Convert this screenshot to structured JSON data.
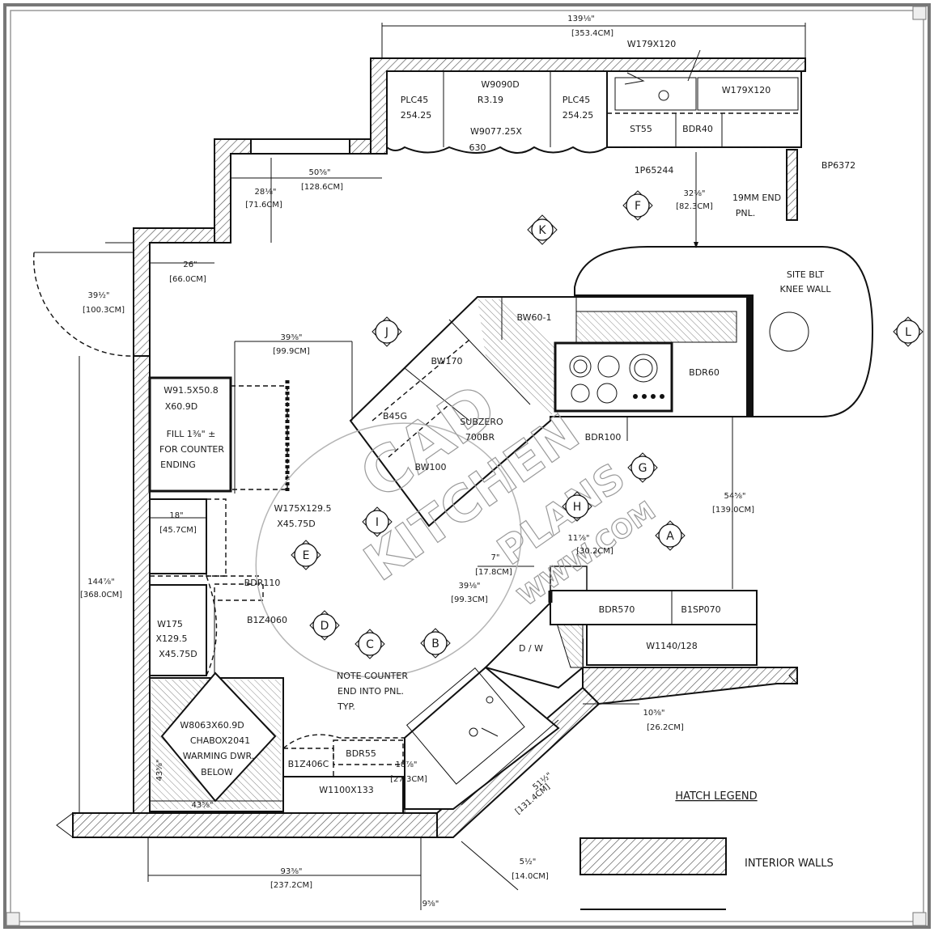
{
  "dimensions": {
    "d_top": "139⅛\"",
    "d_top_cm": "[353.4CM]",
    "d_50": "50⅝\"",
    "d_50_cm": "[128.6CM]",
    "d_28": "28⅛\"",
    "d_28_cm": "[71.6CM]",
    "d_26": "26\"",
    "d_26_cm": "[66.0CM]",
    "d_39a": "39½\"",
    "d_39a_cm": "[100.3CM]",
    "d_39b": "39⅜\"",
    "d_39b_cm": "[99.9CM]",
    "d_32": "32⅜\"",
    "d_32_cm": "[82.3CM]",
    "d_54": "54⅝\"",
    "d_54_cm": "[139.0CM]",
    "d_11": "11⅞\"",
    "d_11_cm": "[30.2CM]",
    "d_7": "7\"",
    "d_7_cm": "[17.8CM]",
    "d_39c": "39⅛\"",
    "d_39c_cm": "[99.3CM]",
    "d_144": "144⅞\"",
    "d_144_cm": "[368.0CM]",
    "d_18": "18\"",
    "d_18_cm": "[45.7CM]",
    "d_10": "10⅜\"",
    "d_10_cm": "[26.2CM]",
    "d_10b": "10⅞\"",
    "d_10b_cm": "[27.3CM]",
    "d_51": "51½\"",
    "d_51_cm": "[131.4CM]",
    "d_5": "5½\"",
    "d_5_cm": "[14.0CM]",
    "d_93": "93⅜\"",
    "d_93_cm": "[237.2CM]",
    "d_43a": "43⅝\"",
    "d_43b": "43⅝\"",
    "d_9": "9⅝\""
  },
  "cabinets": {
    "plc45_left": [
      "PLC45",
      "254.25"
    ],
    "w9090d": [
      "W9090D",
      "R3.19"
    ],
    "w9077": [
      "W9077.25X",
      "630"
    ],
    "plc45_right": [
      "PLC45",
      "254.25"
    ],
    "w179": "W179X120",
    "w179b": "W179X120",
    "st55": "ST55",
    "bdr40": "BDR40",
    "bp6372": "BP6372",
    "fp65244": "1P65244",
    "end_pnl": [
      "19MM END",
      "PNL."
    ],
    "knee": [
      "SITE BLT",
      "KNEE WALL"
    ],
    "bw60": "BW60-1",
    "bw170": "BW170",
    "b45g": "B45G",
    "subzero": [
      "SUBZERO",
      "700BR"
    ],
    "bw100": "BW100",
    "bdr60": "BDR60",
    "bdr100": "BDR100",
    "w91": [
      "W91.5X50.8",
      "X60.9D"
    ],
    "fill": [
      "FILL 1⅜\" ±",
      "FOR COUNTER",
      "ENDING"
    ],
    "w75a": [
      "W175X129.5",
      "X45.75D"
    ],
    "bdr110": "BDR110",
    "b1z4060": "B1Z4060",
    "w75b": [
      "W175",
      "X129.5",
      "X45.75D"
    ],
    "note": [
      "NOTE COUNTER",
      "END INTO PNL.",
      "TYP."
    ],
    "w8063": [
      "W8063X60.9D",
      "CHABOX2041",
      "WARMING DWR.",
      "BELOW"
    ],
    "b1z406c": "B1Z406C",
    "bdr55": "BDR55",
    "w1100": "W1100X133",
    "dw": "D / W",
    "bdr570": "BDR570",
    "b1sp070": "B1SP070",
    "w1140": "W1140/128"
  },
  "markers": [
    "K",
    "F",
    "J",
    "L",
    "G",
    "H",
    "A",
    "I",
    "E",
    "D",
    "C",
    "B"
  ],
  "legend": {
    "title": "HATCH LEGEND",
    "item1": "INTERIOR WALLS"
  },
  "watermark": {
    "line1": "CAD",
    "line2": "KITCHEN",
    "line3": "PLANS",
    "line4": "WWW.COM"
  }
}
